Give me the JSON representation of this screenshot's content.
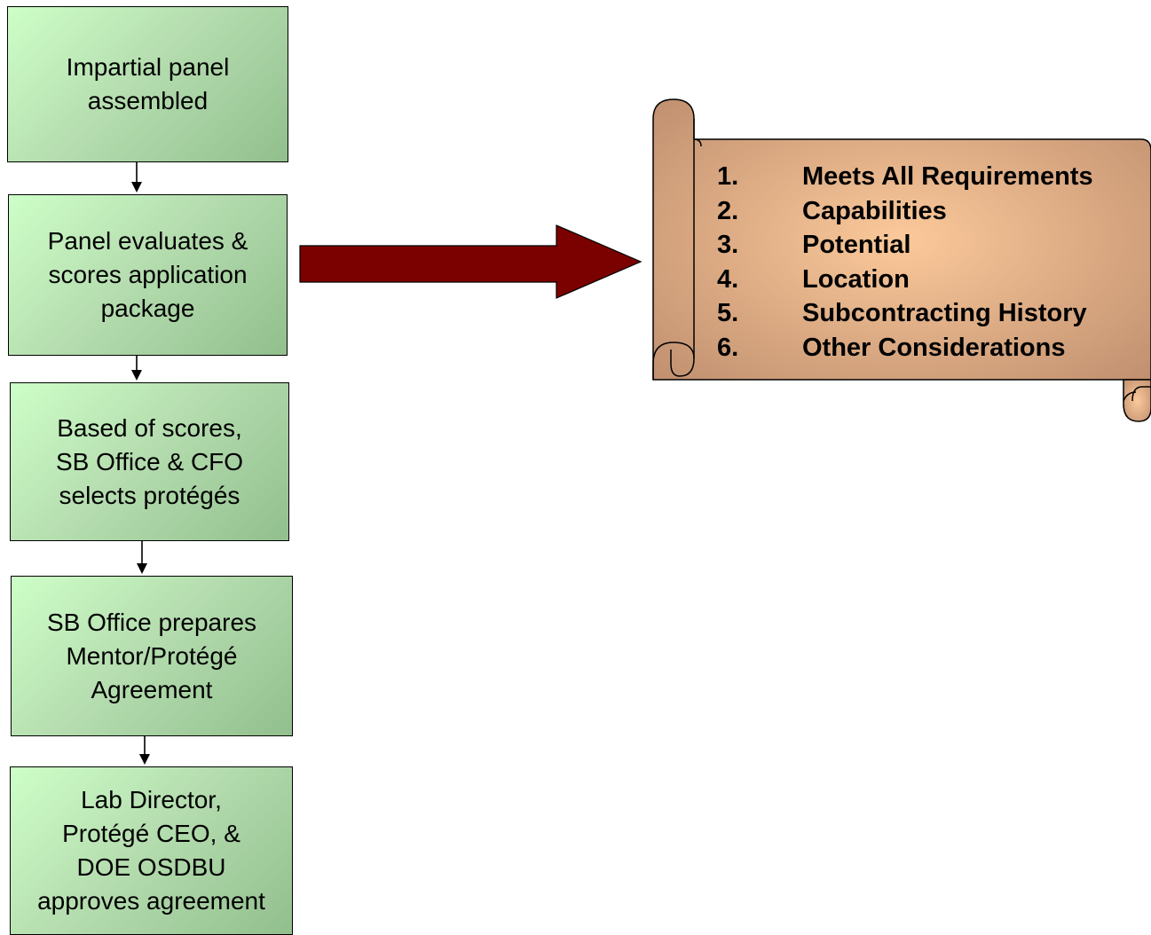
{
  "flow_steps": [
    {
      "lines": [
        "Impartial panel",
        "assembled"
      ]
    },
    {
      "lines": [
        "Panel evaluates &",
        "scores application",
        "package"
      ]
    },
    {
      "lines": [
        "Based of scores,",
        "SB Office & CFO",
        "selects protégés"
      ]
    },
    {
      "lines": [
        "SB Office prepares",
        "Mentor/Protégé",
        "Agreement"
      ]
    },
    {
      "lines": [
        "Lab Director,",
        "Protégé CEO, &",
        "DOE OSDBU",
        "approves agreement"
      ]
    }
  ],
  "criteria": [
    {
      "number": "1.",
      "label": "Meets All Requirements"
    },
    {
      "number": "2.",
      "label": "Capabilities"
    },
    {
      "number": "3.",
      "label": "Potential"
    },
    {
      "number": "4.",
      "label": "Location"
    },
    {
      "number": "5.",
      "label": "Subcontracting History"
    },
    {
      "number": "6.",
      "label": "Other Considerations"
    }
  ],
  "colors": {
    "box_fill_light": "#ceffc8",
    "box_fill_dark": "#92bf8e",
    "big_arrow": "#7b0000",
    "scroll_fill_center": "#fbc99a",
    "scroll_fill_edge": "#c09070",
    "scroll_stroke": "#000000"
  }
}
